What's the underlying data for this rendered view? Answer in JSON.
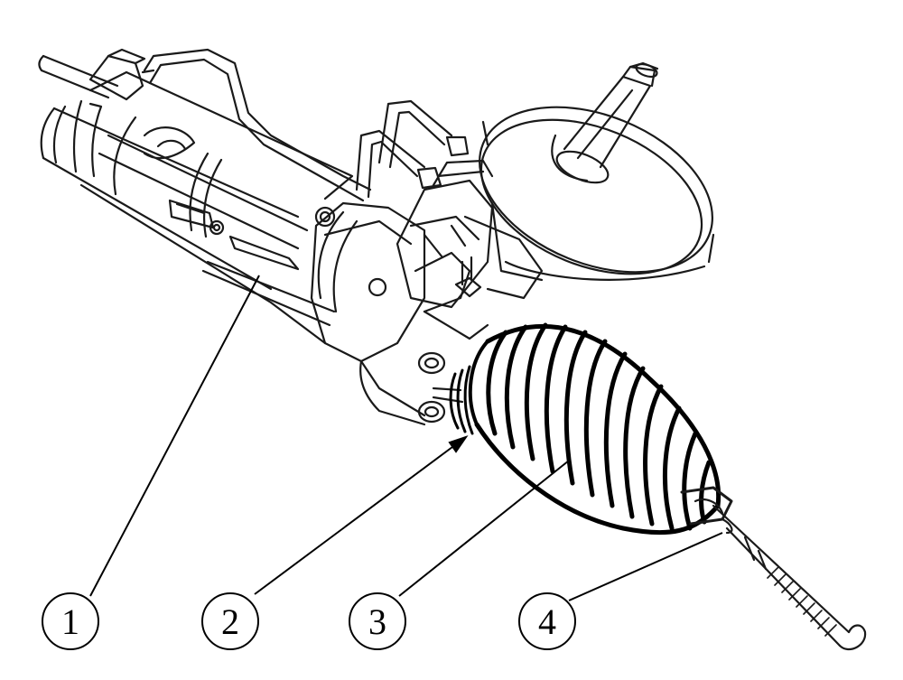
{
  "diagram": {
    "callouts": [
      {
        "label": "1"
      },
      {
        "label": "2"
      },
      {
        "label": "3"
      },
      {
        "label": "4"
      }
    ],
    "colors": {
      "ink": "#000000",
      "paper": "#ffffff",
      "line": "#1a1a1a"
    }
  }
}
